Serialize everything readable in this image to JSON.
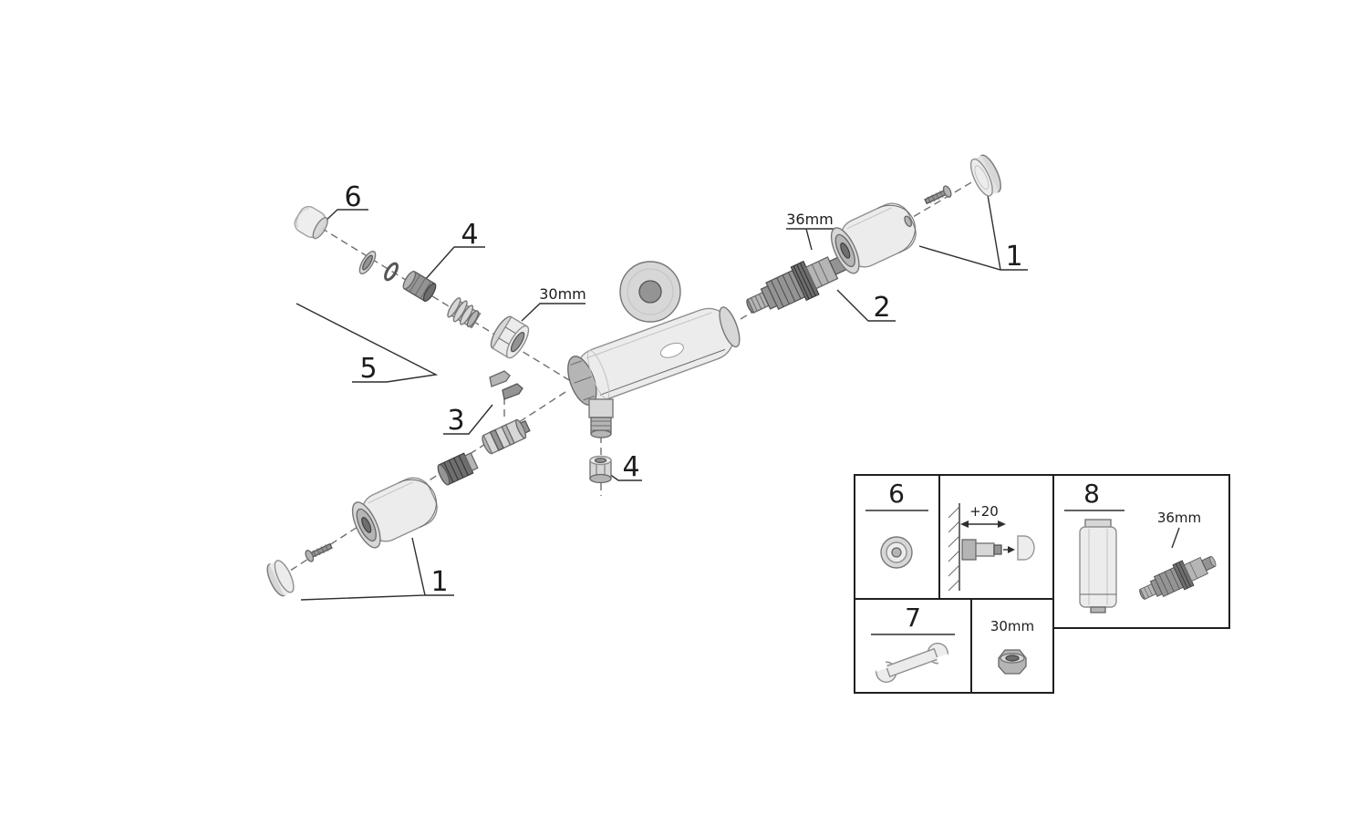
{
  "colors": {
    "background": "#ffffff",
    "line": "#2f2f2f",
    "metal_light": "#ececec",
    "metal_mid": "#b5b5b5",
    "metal_dark": "#6e6e6e"
  },
  "callouts": {
    "cover_cap": "6",
    "flow_insert": "4",
    "union_nut_size": "30mm",
    "inlet_group": "5",
    "retainer_clips": "3",
    "handle_group_lower": "1",
    "adapter_nut": "4",
    "cartridge_size": "36mm",
    "cartridge": "2",
    "handle_group_upper": "1"
  },
  "legend": {
    "panel6_label": "6",
    "panel7_label": "7",
    "panel8_label": "8",
    "mount_offset_label": "+20",
    "nut_size_label": "30mm",
    "cartridge_size_label": "36mm"
  }
}
